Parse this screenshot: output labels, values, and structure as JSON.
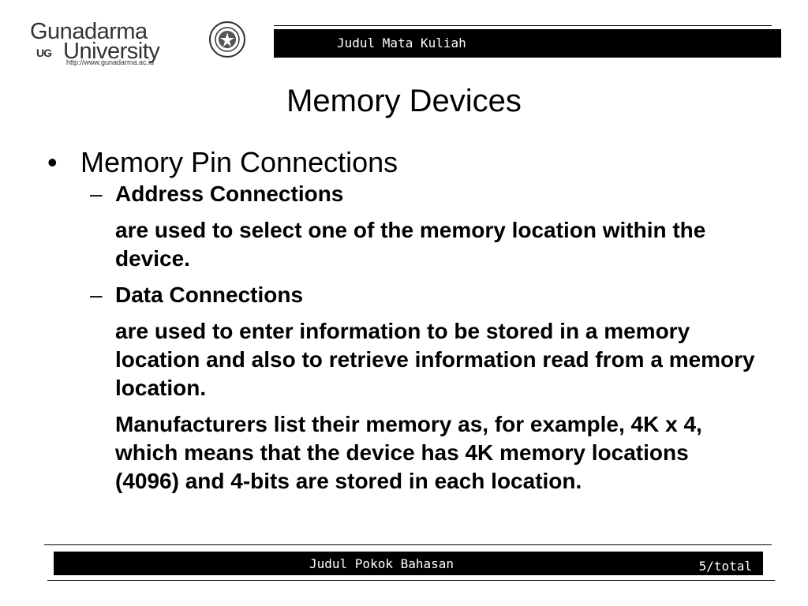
{
  "logo": {
    "line1": "Gunadarma",
    "ug": "UG",
    "line2": "University",
    "url": "http://www.gunadarma.ac.id"
  },
  "header": {
    "title": "Judul Mata Kuliah"
  },
  "slide": {
    "title": "Memory Devices",
    "bullet": "Memory Pin Connections",
    "sub1": {
      "heading": "Address Connections",
      "text": "are used to select one of the memory location within the device."
    },
    "sub2": {
      "heading": "Data Connections",
      "text": "are used to enter information to be stored in a memory location and also to retrieve information read from a memory location.",
      "text2": "Manufacturers list their memory as, for example, 4K x 4, which means that the device has 4K memory locations (4096) and 4-bits are stored in each location."
    }
  },
  "footer": {
    "title": "Judul Pokok Bahasan",
    "page": "5/total"
  }
}
